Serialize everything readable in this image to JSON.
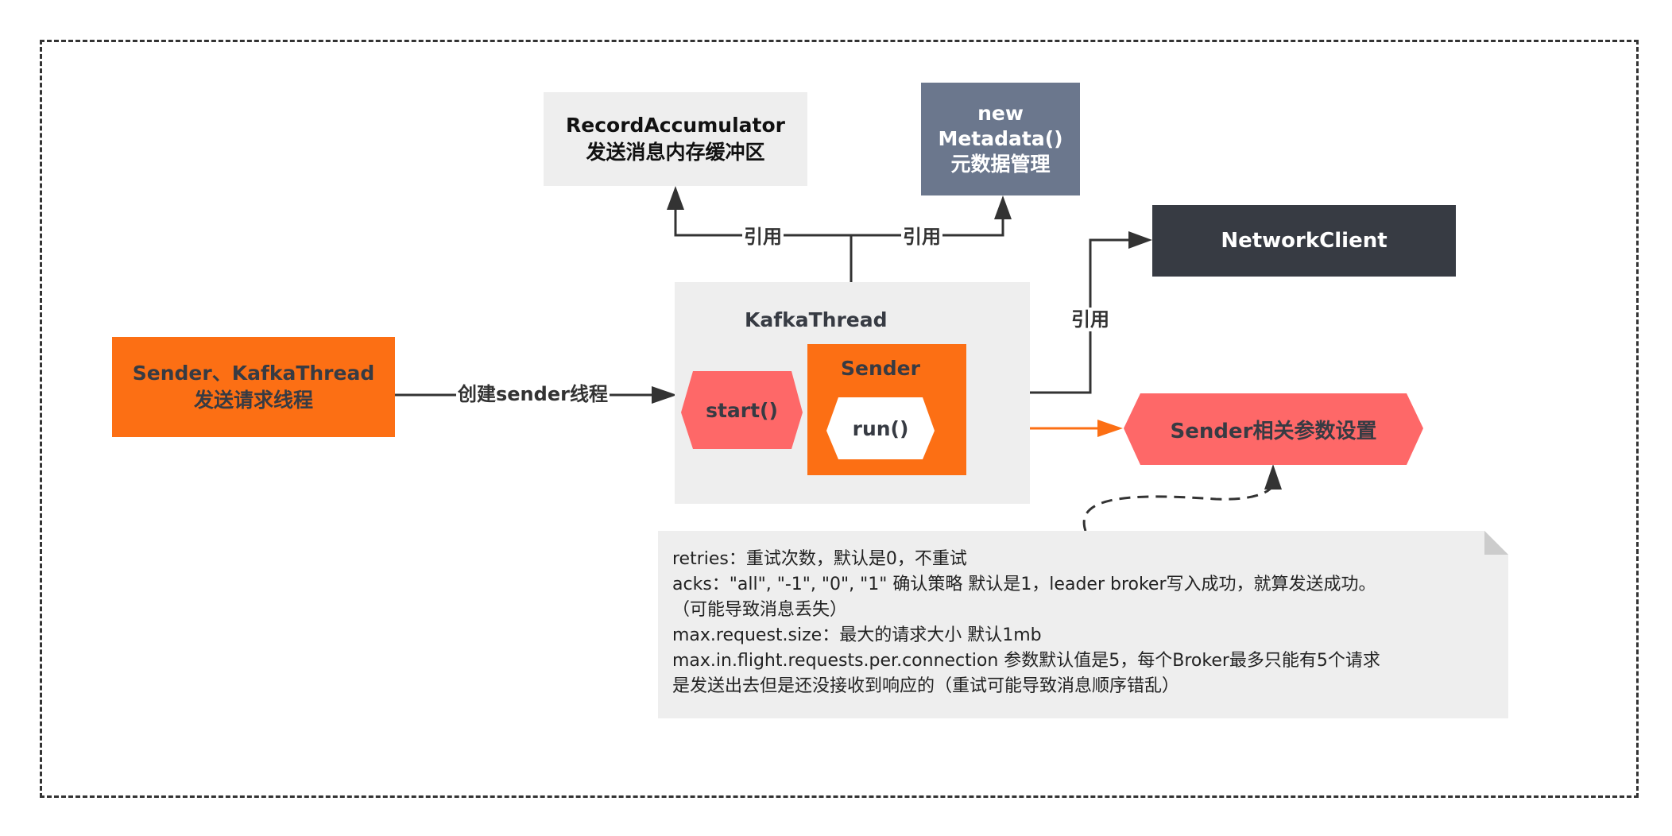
{
  "colors": {
    "orange": "#fc6f14",
    "salmon": "#fe6868",
    "slate": "#6b778d",
    "dark": "#373b43",
    "light": "#eeeeee",
    "line": "#333333"
  },
  "nodes": {
    "sender_kafka": {
      "line1": "Sender、KafkaThread",
      "line2": "发送请求线程"
    },
    "record_accumulator": {
      "line1": "RecordAccumulator",
      "line2": "发送消息内存缓冲区"
    },
    "metadata": {
      "line1": "new",
      "line2": "Metadata()",
      "line3": "元数据管理"
    },
    "network_client": {
      "label": "NetworkClient"
    },
    "kafka_thread": {
      "label": "KafkaThread"
    },
    "sender": {
      "label": "Sender"
    },
    "start": {
      "label": "start()"
    },
    "run": {
      "label": "run()"
    },
    "sender_params": {
      "label": "Sender相关参数设置"
    }
  },
  "edges": {
    "create_sender_thread": "创建sender线程",
    "ref_record_accumulator": "引用",
    "ref_metadata": "引用",
    "ref_network_client": "引用"
  },
  "note": {
    "lines": [
      "retries：重试次数，默认是0，不重试",
      "acks：\"all\", \"-1\", \"0\", \"1\" 确认策略 默认是1，leader broker写入成功，就算发送成功。",
      "（可能导致消息丢失）",
      "max.request.size：最大的请求大小 默认1mb",
      "max.in.flight.requests.per.connection 参数默认值是5，每个Broker最多只能有5个请求",
      "是发送出去但是还没接收到响应的（重试可能导致消息顺序错乱）"
    ]
  }
}
